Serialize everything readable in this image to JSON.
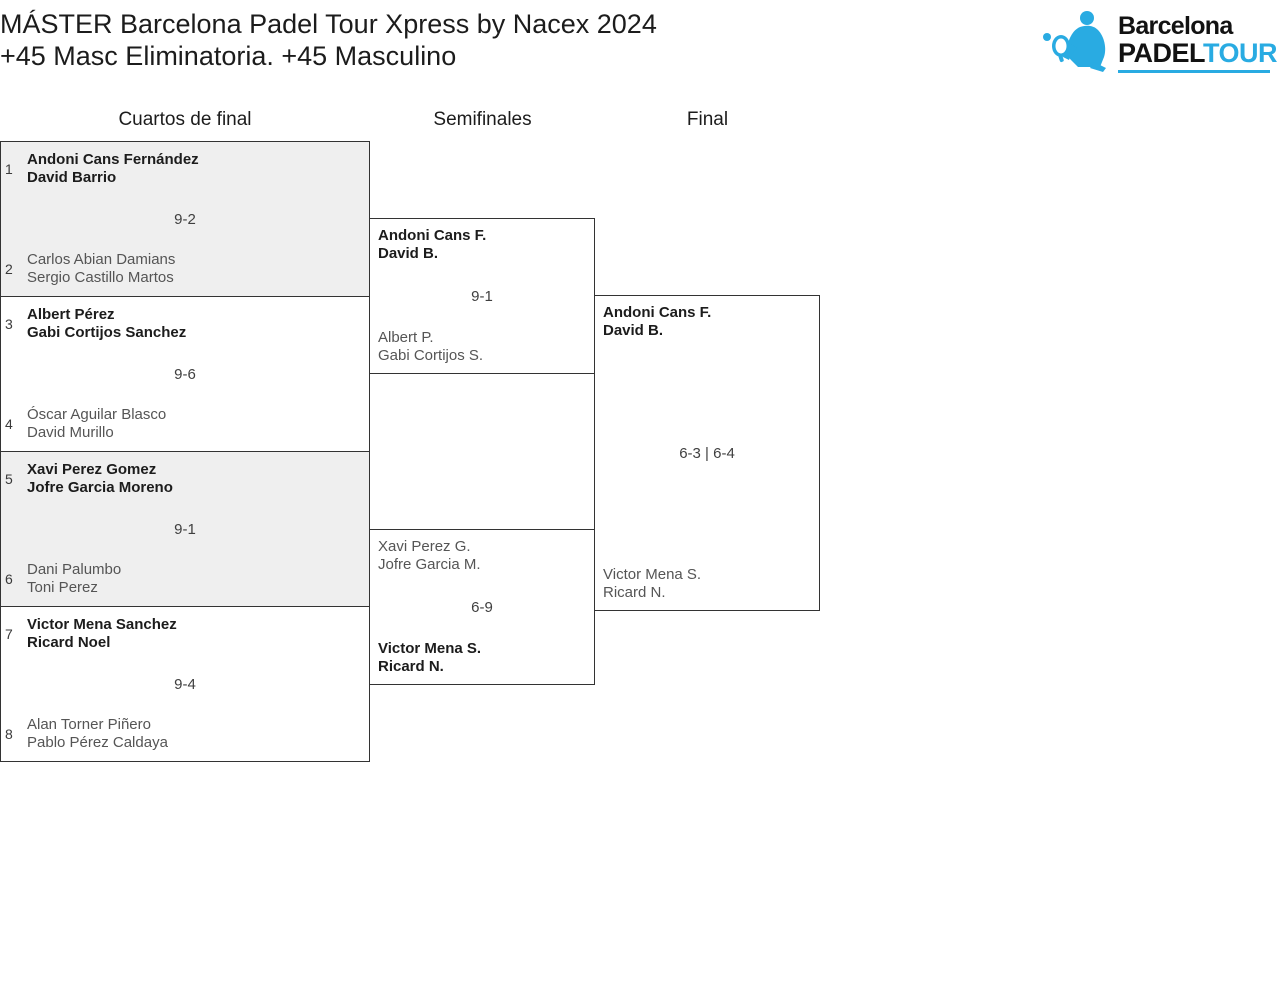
{
  "header": {
    "title_line_1": "MÁSTER Barcelona Padel Tour Xpress by Nacex 2024",
    "title_line_2": "+45 Masc Eliminatoria. +45 Masculino"
  },
  "logo": {
    "word_top": "Barcelona",
    "word_bottom_dark": "PADEL",
    "word_bottom_accent": "TOUR",
    "accent_color": "#29abe2",
    "dark_color": "#121212"
  },
  "rounds": [
    {
      "key": "qf",
      "label": "Cuartos de final"
    },
    {
      "key": "sf",
      "label": "Semifinales"
    },
    {
      "key": "f",
      "label": "Final"
    }
  ],
  "colors": {
    "shaded_row": "#efefef",
    "border": "#333333",
    "winner_text": "#1c1c1c",
    "loser_text": "#555555",
    "score_text": "#3f3f3f"
  },
  "quarterfinals": [
    {
      "shaded": true,
      "score": "9-2",
      "top": {
        "seed": "1",
        "player1": "Andoni Cans Fernández",
        "player2": "David Barrio",
        "result": "winner"
      },
      "bottom": {
        "seed": "2",
        "player1": "Carlos Abian Damians",
        "player2": "Sergio Castillo Martos",
        "result": "loser"
      }
    },
    {
      "shaded": false,
      "score": "9-6",
      "top": {
        "seed": "3",
        "player1": "Albert Pérez",
        "player2": "Gabi Cortijos Sanchez",
        "result": "winner"
      },
      "bottom": {
        "seed": "4",
        "player1": "Óscar Aguilar Blasco",
        "player2": "David Murillo",
        "result": "loser"
      }
    },
    {
      "shaded": true,
      "score": "9-1",
      "top": {
        "seed": "5",
        "player1": "Xavi Perez Gomez",
        "player2": "Jofre Garcia Moreno",
        "result": "winner"
      },
      "bottom": {
        "seed": "6",
        "player1": "Dani Palumbo",
        "player2": "Toni Perez",
        "result": "loser"
      }
    },
    {
      "shaded": false,
      "score": "9-4",
      "top": {
        "seed": "7",
        "player1": "Victor Mena Sanchez",
        "player2": "Ricard Noel",
        "result": "winner"
      },
      "bottom": {
        "seed": "8",
        "player1": "Alan Torner Piñero",
        "player2": "Pablo Pérez Caldaya",
        "result": "loser"
      }
    }
  ],
  "semifinals": [
    {
      "shaded": false,
      "score": "9-1",
      "top": {
        "player1": "Andoni Cans F.",
        "player2": "David B.",
        "result": "winner"
      },
      "bottom": {
        "player1": "Albert P.",
        "player2": "Gabi Cortijos S.",
        "result": "loser"
      }
    },
    {
      "shaded": false,
      "score": "6-9",
      "top": {
        "player1": "Xavi Perez G.",
        "player2": "Jofre Garcia M.",
        "result": "loser"
      },
      "bottom": {
        "player1": "Victor Mena S.",
        "player2": "Ricard N.",
        "result": "winner"
      }
    }
  ],
  "final": [
    {
      "shaded": false,
      "score": "6-3 | 6-4",
      "top": {
        "player1": "Andoni Cans F.",
        "player2": "David B.",
        "result": "winner"
      },
      "bottom": {
        "player1": "Victor Mena S.",
        "player2": "Ricard N.",
        "result": "loser"
      }
    }
  ]
}
